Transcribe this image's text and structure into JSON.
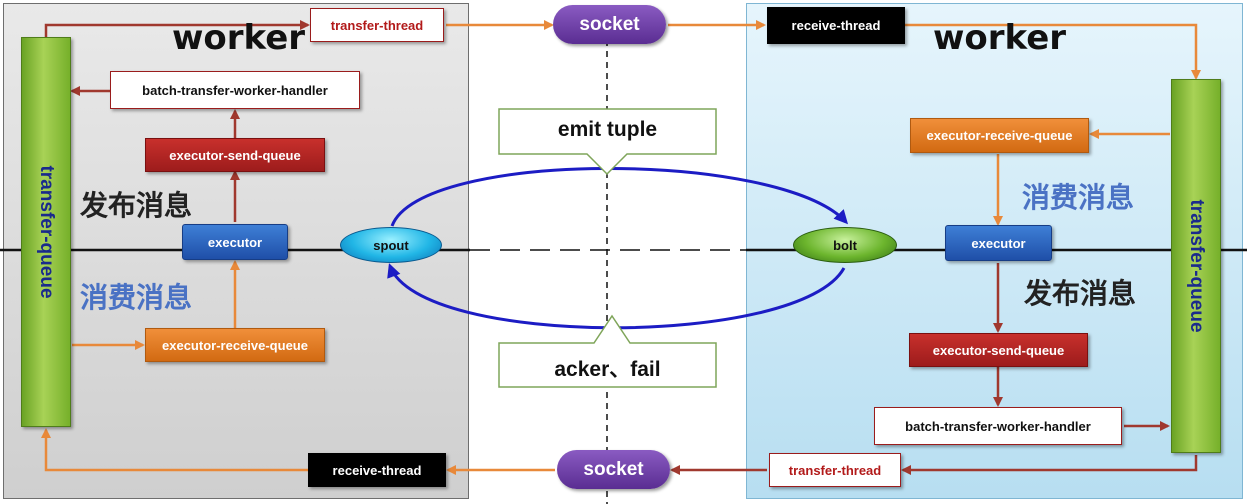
{
  "left_worker": {
    "title": "worker",
    "queue_label": "transfer-queue",
    "transfer_thread": "transfer-thread",
    "batch_handler": "batch-transfer-worker-handler",
    "send_queue": "executor-send-queue",
    "publish_label": "发布消息",
    "executor": "executor",
    "consume_label": "消费消息",
    "receive_queue": "executor-receive-queue",
    "receive_thread": "receive-thread"
  },
  "right_worker": {
    "title": "worker",
    "queue_label": "transfer-queue",
    "receive_thread": "receive-thread",
    "receive_queue": "executor-receive-queue",
    "consume_label": "消费消息",
    "executor": "executor",
    "publish_label": "发布消息",
    "send_queue": "executor-send-queue",
    "batch_handler": "batch-transfer-worker-handler",
    "transfer_thread": "transfer-thread"
  },
  "middle": {
    "socket_top": "socket",
    "socket_bottom": "socket",
    "spout": "spout",
    "bolt": "bolt",
    "emit_callout": "emit tuple",
    "ack_callout": "acker、fail"
  },
  "colors": {
    "green_queue": "#8cc63f",
    "dark_red": "#a31f1f",
    "orange": "#e07b22",
    "blue": "#1f4fa8",
    "purple_pill": "#6b3fa0",
    "loop_blue": "#1c1cc4",
    "brown_arrow": "#a0382e",
    "orange_arrow": "#e8893a"
  }
}
